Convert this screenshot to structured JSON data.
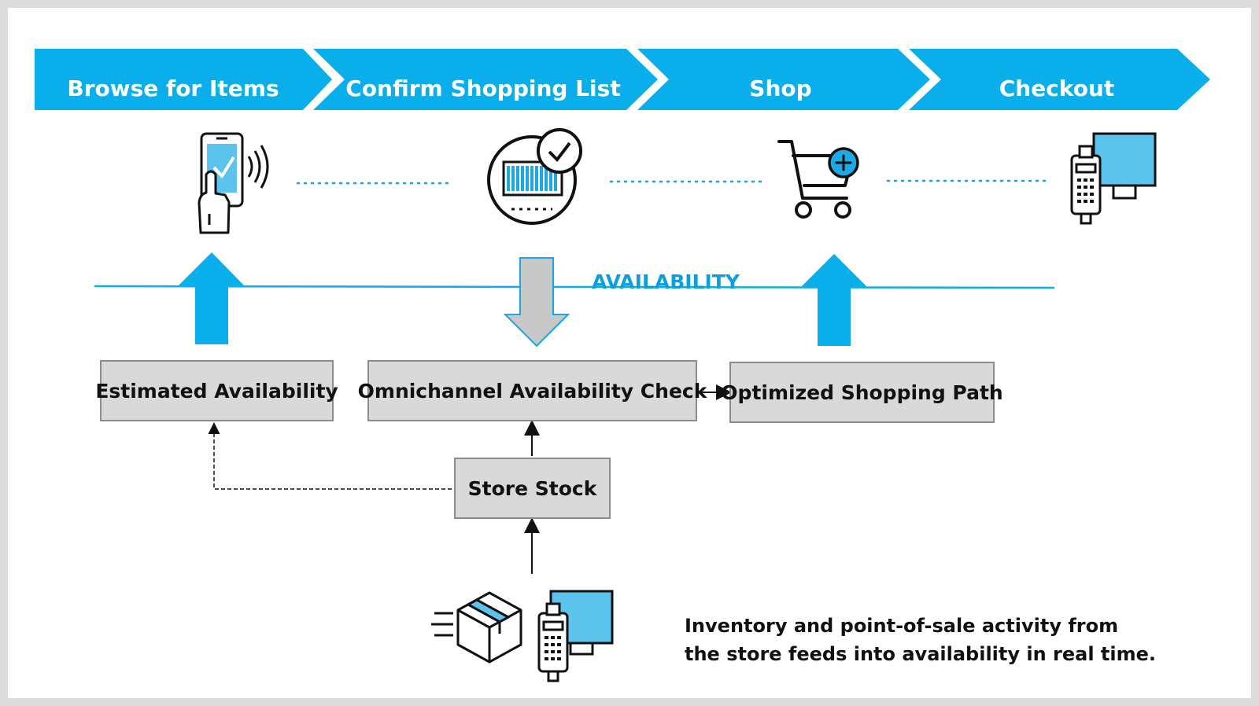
{
  "stages": [
    {
      "label": "Browse for Items",
      "icon": "phone-tap-icon"
    },
    {
      "label": "Confirm Shopping List",
      "icon": "barcode-check-icon"
    },
    {
      "label": "Shop",
      "icon": "cart-add-icon"
    },
    {
      "label": "Checkout",
      "icon": "pos-terminal-icon"
    }
  ],
  "availability_label": "AVAILABILITY",
  "boxes": {
    "estimated": "Estimated Availability",
    "omnichannel": "Omnichannel Availability Check",
    "optimized": "Optimized Shopping Path",
    "store_stock": "Store Stock"
  },
  "caption": {
    "line1": "Inventory and point-of-sale activity from",
    "line2": "the store feeds into availability in real time."
  },
  "colors": {
    "accent": "#0aaeea",
    "box_fill": "#d9d9d9",
    "box_border": "#8c8c8c",
    "down_arrow": "#c8c8c8"
  }
}
